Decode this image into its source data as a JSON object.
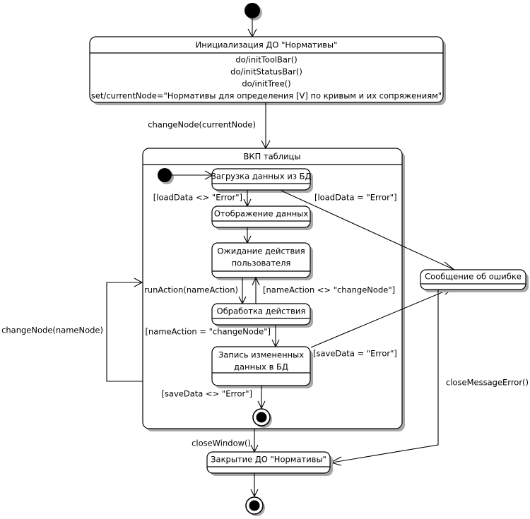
{
  "diagram": {
    "type": "uml-state-machine-diagram",
    "title": "Диаграмма состояний ДО \"Нормативы\"",
    "background_color": "#ffffff",
    "line_color": "#000000",
    "shadow_color": "#a8a8a8"
  },
  "nodes": {
    "start_top": {
      "kind": "initial-state",
      "name": "start-node-top"
    },
    "init_state": {
      "kind": "state",
      "name": "Инициализация ДО \"Нормативы\"",
      "activities": [
        "do/initToolBar()",
        "do/initStatusBar()",
        "do/initTree()",
        "set/currentNode=\"Нормативы для определения [V] по кривым и их сопряжениям\""
      ]
    },
    "composite": {
      "kind": "composite-state",
      "name": "ВКП таблицы"
    },
    "start_inner": {
      "kind": "initial-state",
      "name": "start-node-inner"
    },
    "load_data": {
      "kind": "state",
      "name": "Загрузка данных из БД"
    },
    "show_data": {
      "kind": "state",
      "name": "Отображение данных"
    },
    "wait_action": {
      "kind": "state",
      "name": "Ожидание действия пользователя",
      "line1": "Ожидание действия",
      "line2": "пользователя"
    },
    "process_action": {
      "kind": "state",
      "name": "Обработка действия"
    },
    "save_data": {
      "kind": "state",
      "name": "Запись измененных данных в БД",
      "line1": "Запись измененных",
      "line2": "данных в БД"
    },
    "error_message": {
      "kind": "state",
      "name": "Сообщение об ошибке"
    },
    "close_state": {
      "kind": "state",
      "name": "Закрытие ДО \"Нормативы\""
    },
    "final_inner": {
      "kind": "final-state",
      "name": "final-node-inner"
    },
    "final_bottom": {
      "kind": "final-state",
      "name": "final-node-bottom"
    }
  },
  "transitions": [
    {
      "id": "t-start-to-init",
      "from": "start_top",
      "to": "init_state",
      "label": ""
    },
    {
      "id": "t-init-to-composite",
      "from": "init_state",
      "to": "composite",
      "label": "changeNode(currentNode)"
    },
    {
      "id": "t-startinner-to-load",
      "from": "start_inner",
      "to": "load_data",
      "label": ""
    },
    {
      "id": "t-load-to-show",
      "from": "load_data",
      "to": "show_data",
      "label": "[loadData <> \"Error\"]"
    },
    {
      "id": "t-load-to-error",
      "from": "load_data",
      "to": "error_message",
      "label": "[loadData = \"Error\"]"
    },
    {
      "id": "t-show-to-wait",
      "from": "show_data",
      "to": "wait_action",
      "label": ""
    },
    {
      "id": "t-wait-to-process",
      "from": "wait_action",
      "to": "process_action",
      "label": "runAction(nameAction)"
    },
    {
      "id": "t-process-to-wait",
      "from": "process_action",
      "to": "wait_action",
      "label": "[nameAction <> \"changeNode\"]"
    },
    {
      "id": "t-process-to-save",
      "from": "process_action",
      "to": "save_data",
      "label": "[nameAction = \"changeNode\"]"
    },
    {
      "id": "t-save-to-error",
      "from": "save_data",
      "to": "error_message",
      "label": "[saveData = \"Error\"]"
    },
    {
      "id": "t-save-to-final",
      "from": "save_data",
      "to": "final_inner",
      "label": "[saveData <> \"Error\"]"
    },
    {
      "id": "t-composite-selfloop",
      "from": "composite",
      "to": "composite",
      "label": "changeNode(nameNode)"
    },
    {
      "id": "t-composite-to-close",
      "from": "composite",
      "to": "close_state",
      "label": "closeWindow()"
    },
    {
      "id": "t-error-to-close",
      "from": "error_message",
      "to": "close_state",
      "label": "closeMessageError()"
    },
    {
      "id": "t-close-to-final",
      "from": "close_state",
      "to": "final_bottom",
      "label": ""
    }
  ],
  "labels": {
    "init_title": "Инициализация ДО \"Нормативы\"",
    "init_do_toolbar": "do/initToolBar()",
    "init_do_statusbar": "do/initStatusBar()",
    "init_do_tree": "do/initTree()",
    "init_set_currentnode": "set/currentNode=\"Нормативы для определения [V] по кривым и их сопряжениям\"",
    "composite_title": "ВКП таблицы",
    "load_data": "Загрузка данных из БД",
    "show_data": "Отображение данных",
    "wait_action_l1": "Ожидание действия",
    "wait_action_l2": "пользователя",
    "process_action": "Обработка действия",
    "save_data_l1": "Запись измененных",
    "save_data_l2": "данных в БД",
    "error_message": "Сообщение об ошибке",
    "close_state": "Закрытие ДО \"Нормативы\"",
    "edge_change_node_current": "changeNode(currentNode)",
    "edge_load_ok": "[loadData <> \"Error\"]",
    "edge_load_err": "[loadData = \"Error\"]",
    "edge_run_action": "runAction(nameAction)",
    "edge_name_action_ne": "[nameAction <> \"changeNode\"]",
    "edge_name_action_eq": "[nameAction = \"changeNode\"]",
    "edge_save_err": "[saveData = \"Error\"]",
    "edge_save_ok": "[saveData <> \"Error\"]",
    "edge_change_node_name": "changeNode(nameNode)",
    "edge_close_window": "closeWindow()",
    "edge_close_message_error": "closeMessageError()"
  }
}
